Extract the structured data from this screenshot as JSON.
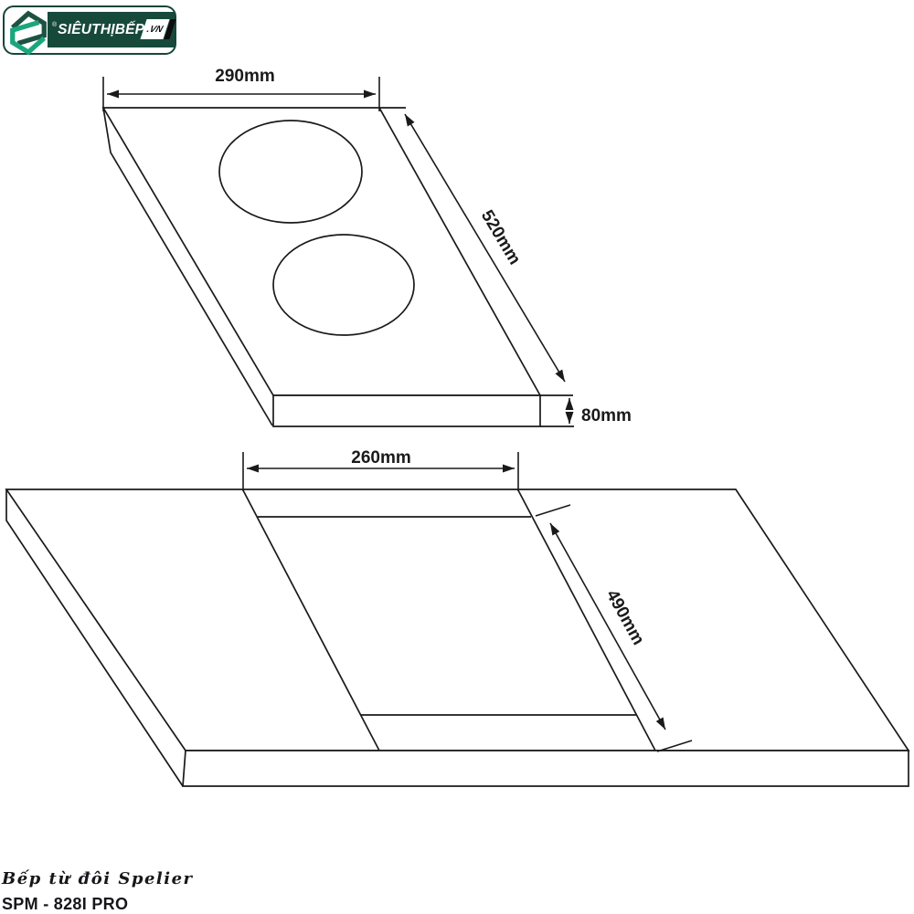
{
  "logo": {
    "reg_mark": "®",
    "brand": "SIÊUTHỊBẾP",
    "tld": ".VN",
    "colors": {
      "badge_green": "#17493b",
      "hex_dark_green": "#1d5243",
      "hex_light_green": "#1ba57d",
      "border_green": "#17453a",
      "wedge_black": "#0d0d0d"
    }
  },
  "top_diagram": {
    "description": "cooktop perspective view with two burners",
    "width_label": "290mm",
    "depth_label": "520mm",
    "thickness_label": "80mm",
    "burner_count": 2
  },
  "bottom_diagram": {
    "description": "countertop cutout perspective view",
    "cutout_width_label": "260mm",
    "cutout_depth_label": "490mm"
  },
  "footer": {
    "product_name": "Bếp từ đôi Spelier",
    "model": "SPM - 828I PRO"
  },
  "colors": {
    "background": "#ffffff",
    "line": "#1a1a1a"
  }
}
